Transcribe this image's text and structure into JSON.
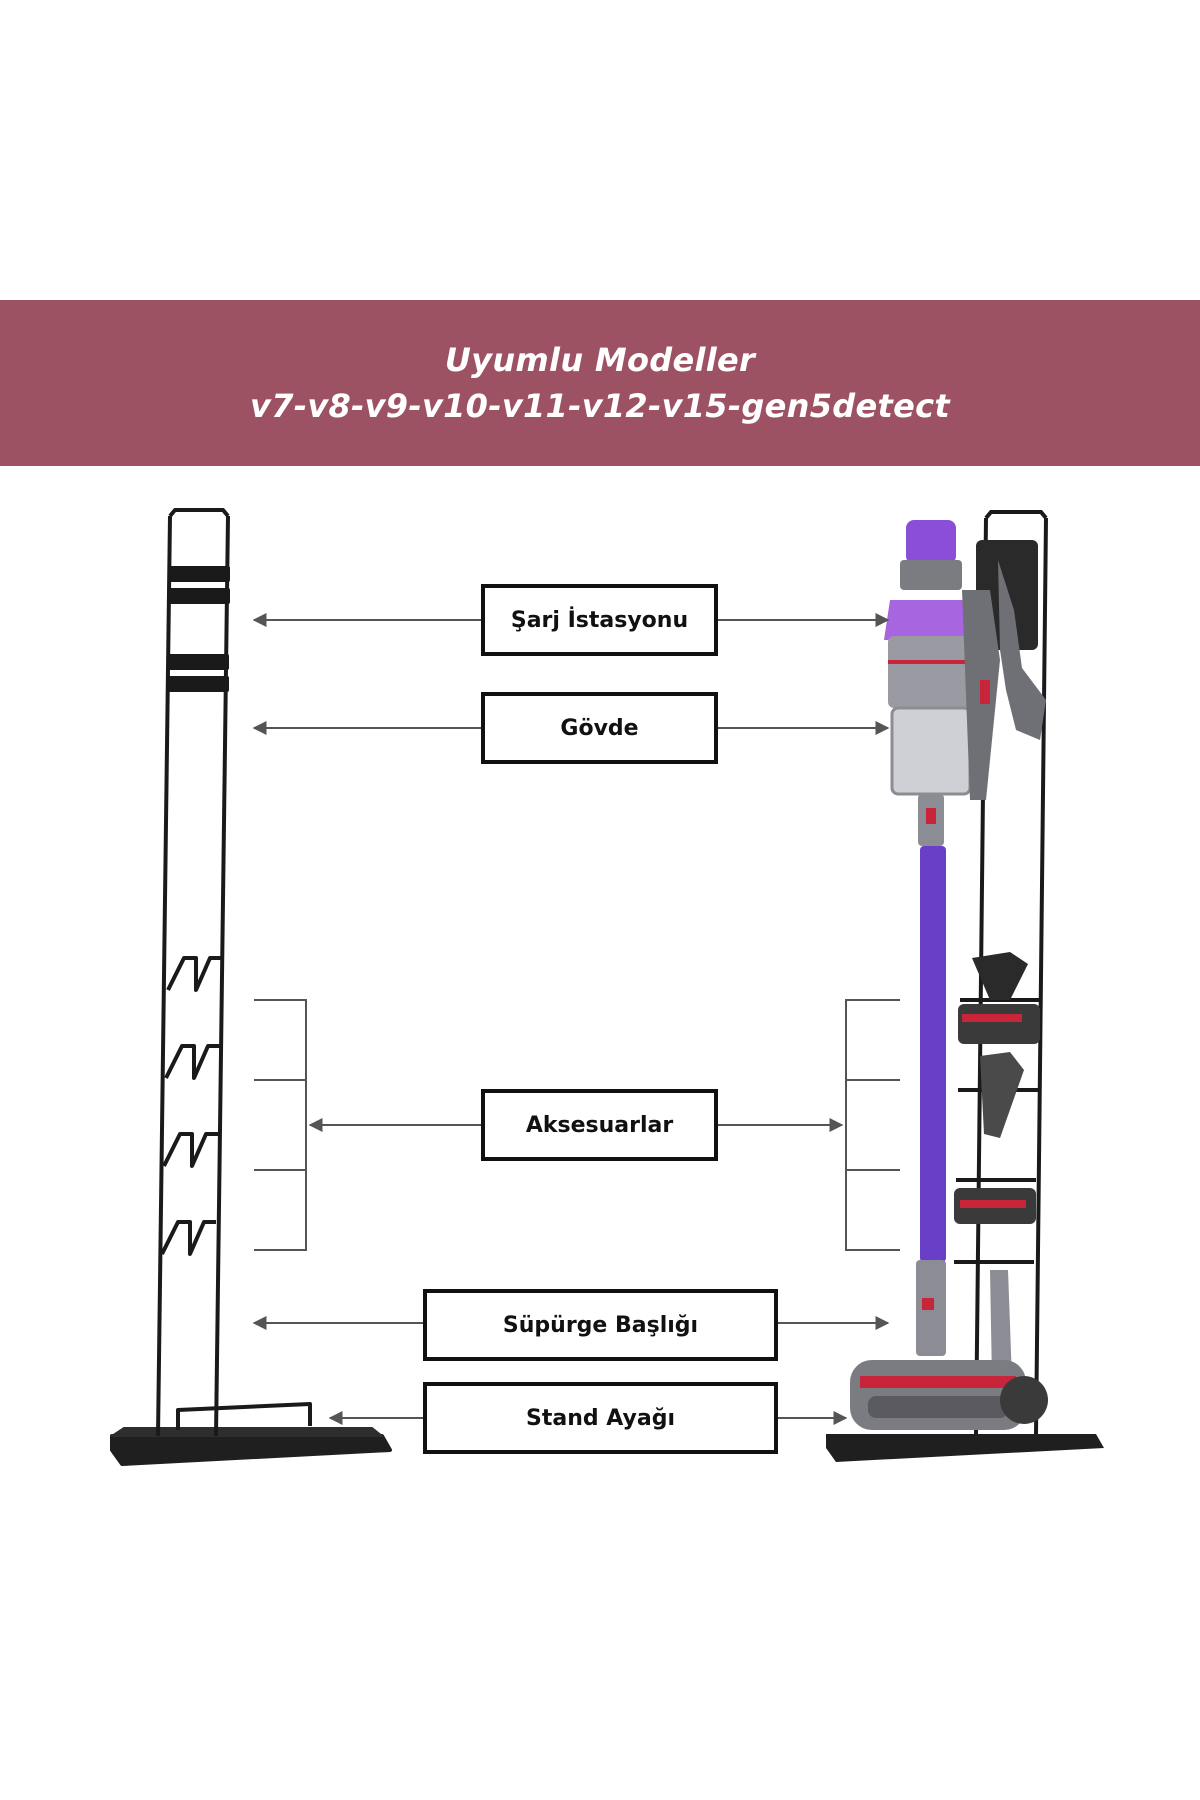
{
  "banner": {
    "title": "Uyumlu Modeller",
    "models": "v7-v8-v9-v10-v11-v12-v15-gen5detect",
    "background_color": "#9c5263",
    "text_color": "#ffffff"
  },
  "labels": {
    "charging_station": "Şarj İstasyonu",
    "body": "Gövde",
    "accessories": "Aksesuarlar",
    "brush_head": "Süpürge Başlığı",
    "stand_foot": "Stand Ayağı"
  },
  "colors": {
    "stand_frame": "#1a1a1a",
    "vacuum_tube": "#6a3fc8",
    "vacuum_accent": "#a865e0",
    "vacuum_grey": "#8c8c94",
    "vacuum_red": "#c8243a"
  },
  "icons": {
    "stand": "empty-stand-icon",
    "vacuum": "vacuum-on-stand-icon",
    "arrow": "arrow-icon"
  }
}
